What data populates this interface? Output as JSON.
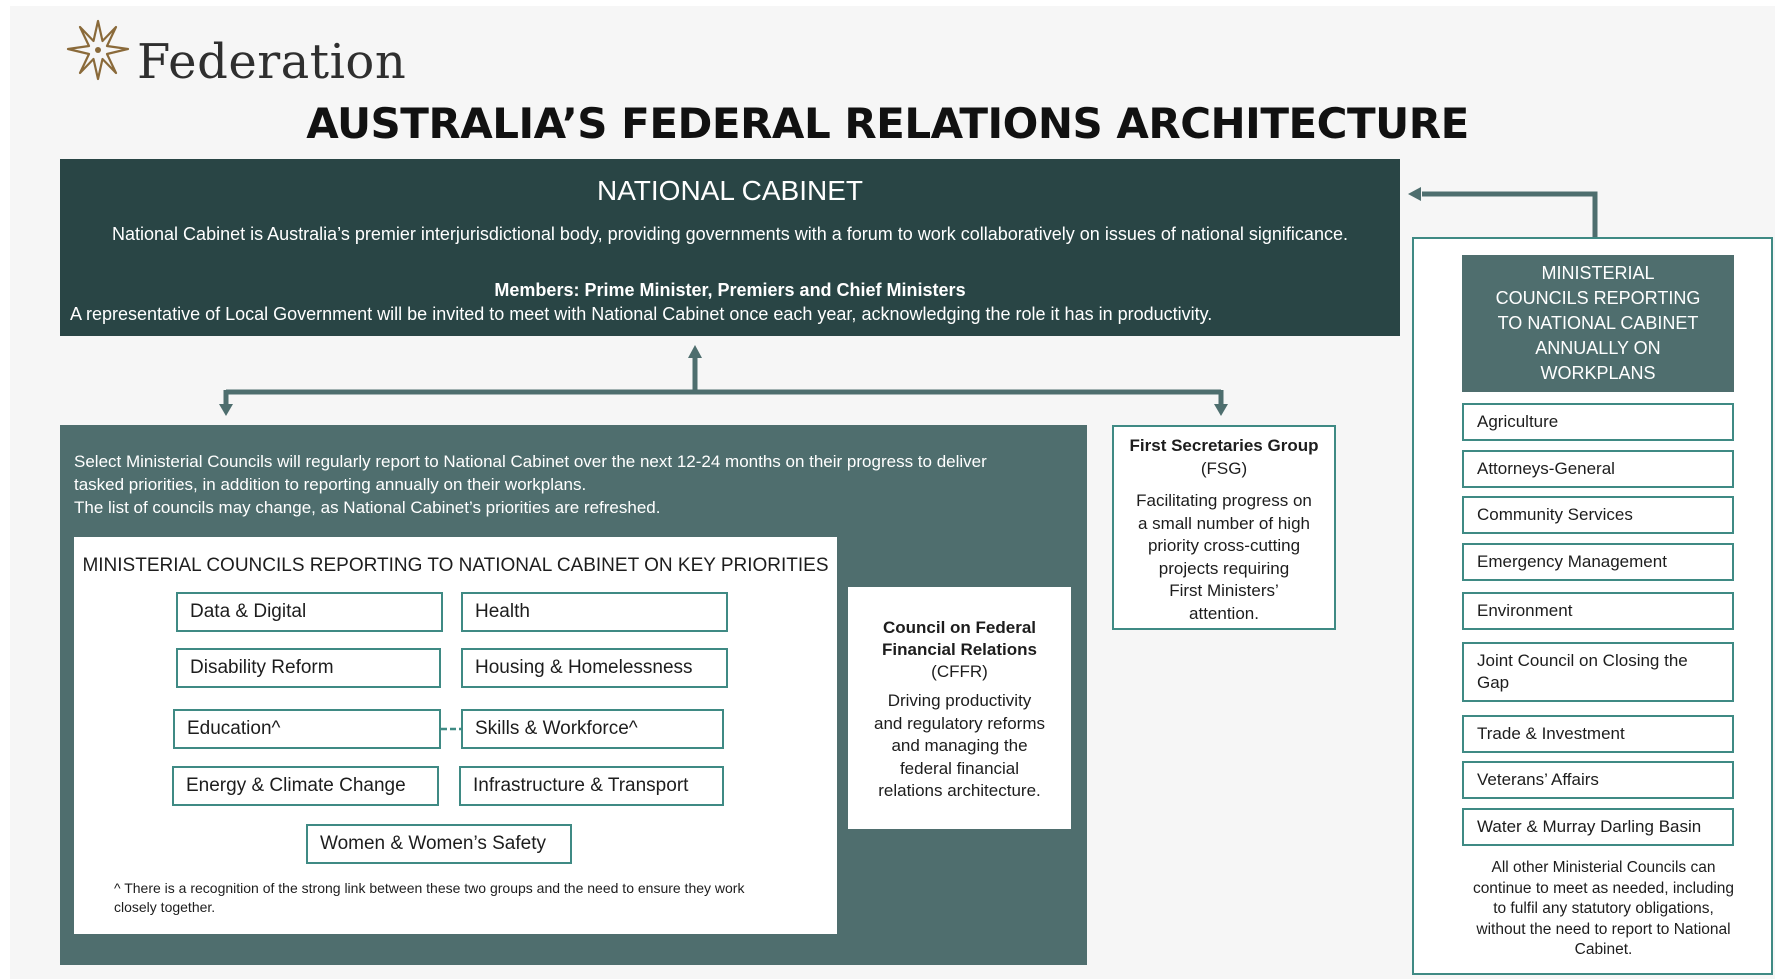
{
  "logo": {
    "text": "Federation",
    "icon": "star-emblem-icon"
  },
  "title": "AUSTRALIA’S FEDERAL RELATIONS ARCHITECTURE",
  "national_cabinet": {
    "heading": "NATIONAL CABINET",
    "description": "National Cabinet is Australia’s premier interjurisdictional body, providing governments with a forum to work collaboratively on issues of national significance.",
    "members": "Members: Prime Minister, Premiers and Chief Ministers",
    "local_gov": "A representative of Local Government will be invited to meet with National Cabinet once each year, acknowledging the role it has in productivity."
  },
  "select_councils": {
    "intro_line1": "Select Ministerial Councils will regularly report to National Cabinet over the next 12-24 months on their progress to deliver",
    "intro_line2": "tasked priorities, in addition to reporting annually on their workplans.",
    "intro_line3": "The list of councils may change, as National Cabinet’s priorities are refreshed.",
    "panel_title": "MINISTERIAL COUNCILS REPORTING TO NATIONAL CABINET ON KEY PRIORITIES",
    "councils": [
      "Data & Digital",
      "Health",
      "Disability Reform",
      "Housing & Homelessness",
      "Education^",
      "Skills & Workforce^",
      "Energy & Climate Change",
      "Infrastructure & Transport",
      "Women & Women’s Safety"
    ],
    "footnote": "^ There is a recognition of the strong link between these two groups and the need to ensure they work closely together."
  },
  "cffr": {
    "title_line1": "Council on Federal",
    "title_line2": "Financial Relations",
    "title_line3": "(CFFR)",
    "desc_line1": "Driving productivity",
    "desc_line2": "and regulatory reforms",
    "desc_line3": "and managing the",
    "desc_line4": "federal financial",
    "desc_line5": "relations architecture."
  },
  "fsg": {
    "title_line1": "First Secretaries Group",
    "title_line2": "(FSG)",
    "desc_line1": "Facilitating progress on",
    "desc_line2": "a small number of high",
    "desc_line3": "priority cross-cutting",
    "desc_line4": "projects requiring",
    "desc_line5": "First Ministers’",
    "desc_line6": "attention."
  },
  "annual_councils": {
    "heading_line1": "MINISTERIAL",
    "heading_line2": "COUNCILS REPORTING",
    "heading_line3": "TO NATIONAL CABINET",
    "heading_line4": "ANNUALLY ON",
    "heading_line5": "WORKPLANS",
    "items": [
      "Agriculture",
      "Attorneys-General",
      "Community Services",
      "Emergency Management",
      "Environment",
      "Joint Council on Closing the Gap",
      "Trade & Investment",
      "Veterans’ Affairs",
      "Water & Murray Darling Basin"
    ],
    "footer_line1": "All other Ministerial Councils can",
    "footer_line2": "continue to meet as needed, including",
    "footer_line3": "to fulfil any statutory obligations,",
    "footer_line4": "without the need to report to National",
    "footer_line5": "Cabinet."
  },
  "colors": {
    "dark_teal": "#294545",
    "teal": "#4f6e6e",
    "border_teal": "#3f8a84",
    "background": "#f6f6f6"
  }
}
